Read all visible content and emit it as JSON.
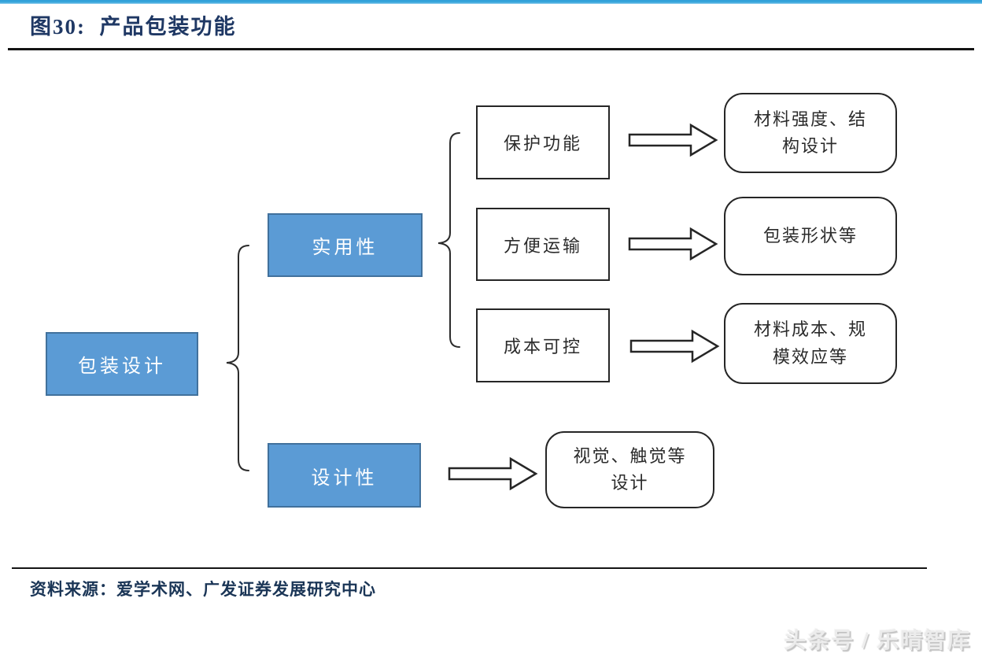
{
  "page": {
    "title": "图30:  产品包装功能",
    "source": "资料来源：爱学术网、广发证券发展研究中心",
    "watermark": "头条号 / 乐晴智库"
  },
  "diagram": {
    "root": {
      "label": "包装设计"
    },
    "branches": [
      {
        "label": "实用性",
        "children": [
          {
            "label": "保护功能",
            "result": "材料强度、结构设计"
          },
          {
            "label": "方便运输",
            "result": "包装形状等"
          },
          {
            "label": "成本可控",
            "result": "材料成本、规模效应等"
          }
        ]
      },
      {
        "label": "设计性",
        "result": "视觉、触觉等设计"
      }
    ],
    "colors": {
      "node_fill": "#5B9BD5",
      "node_border": "#41719C",
      "line": "#262626",
      "accent_top": "#3AA7DC",
      "title_color": "#1F3864"
    }
  }
}
